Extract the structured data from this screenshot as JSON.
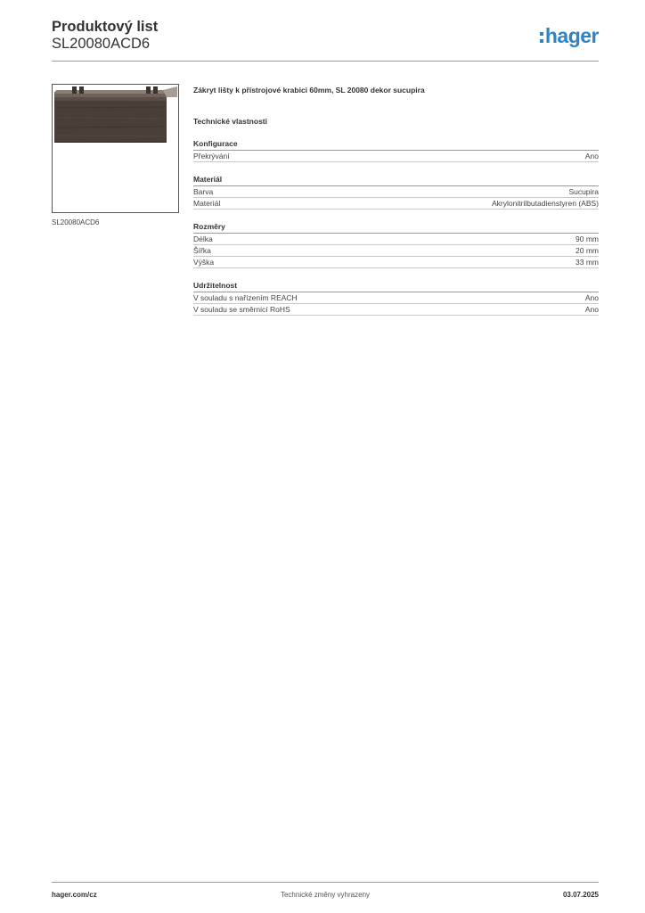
{
  "header": {
    "title": "Produktový list",
    "code": "SL20080ACD6",
    "logo_text": "hager",
    "brand_color": "#2f83c4"
  },
  "product": {
    "image_caption": "SL20080ACD6",
    "description": "Zákryt lišty k přístrojové krabici 60mm, SL 20080 dekor sucupira",
    "section_title": "Technické vlastnosti"
  },
  "groups": [
    {
      "title": "Konfigurace",
      "rows": [
        {
          "label": "Překrývání",
          "value": "Ano"
        }
      ]
    },
    {
      "title": "Materiál",
      "rows": [
        {
          "label": "Barva",
          "value": "Sucupira"
        },
        {
          "label": "Materiál",
          "value": "Akrylonitrilbutadienstyren (ABS)"
        }
      ]
    },
    {
      "title": "Rozměry",
      "rows": [
        {
          "label": "Délka",
          "value": "90 mm"
        },
        {
          "label": "Šířka",
          "value": "20 mm"
        },
        {
          "label": "Výška",
          "value": "33 mm"
        }
      ]
    },
    {
      "title": "Udržitelnost",
      "rows": [
        {
          "label": "V souladu s nařízením REACH",
          "value": "Ano"
        },
        {
          "label": "V souladu se směrnicí RoHS",
          "value": "Ano"
        }
      ]
    }
  ],
  "footer": {
    "website": "hager.com/cz",
    "notice": "Technické změny vyhrazeny",
    "date": "03.07.2025"
  }
}
